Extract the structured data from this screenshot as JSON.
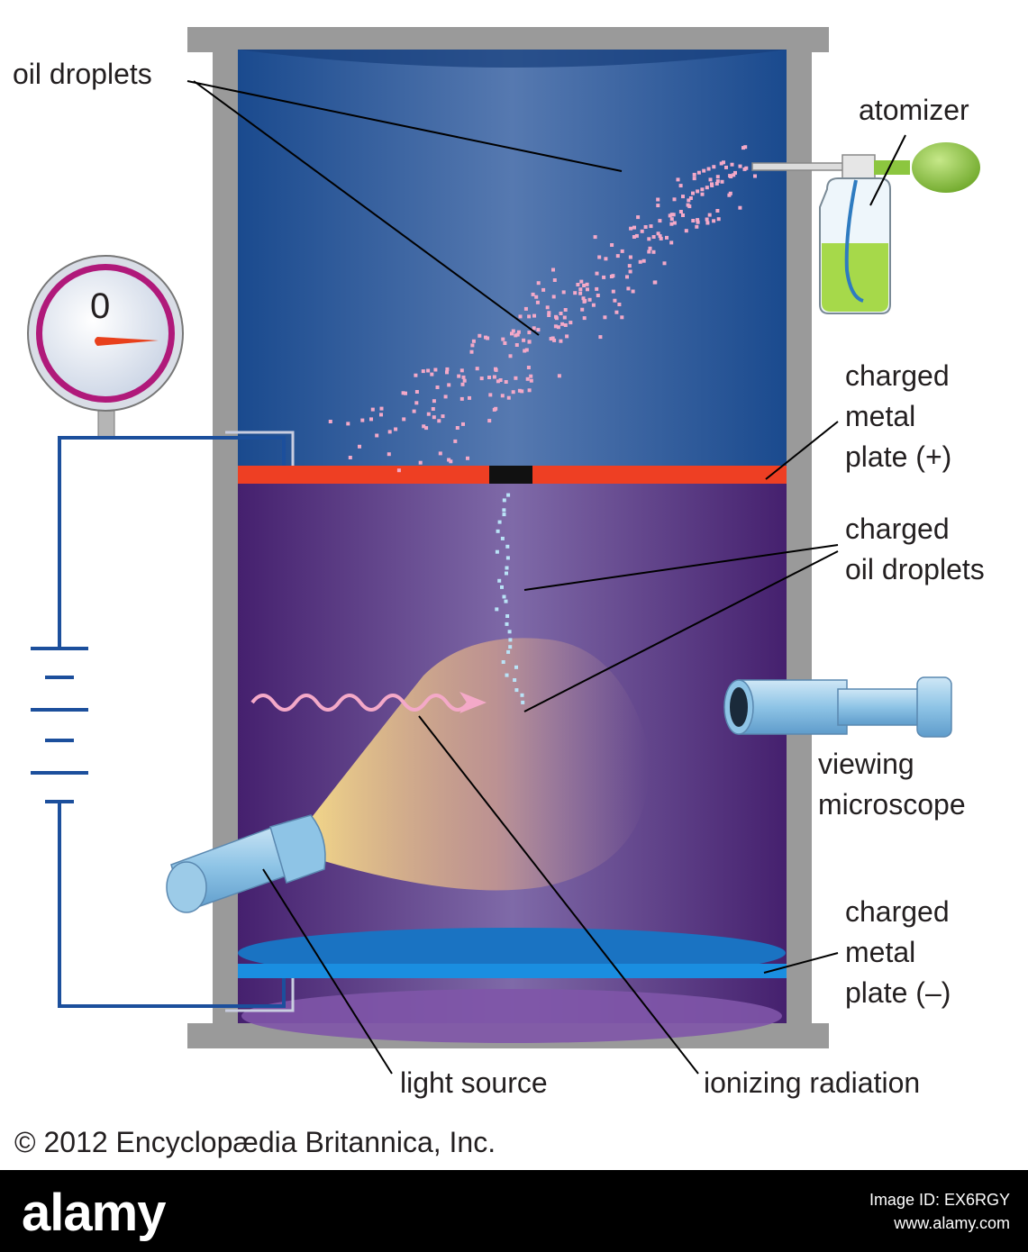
{
  "labels": {
    "oil_droplets": "oil droplets",
    "atomizer": "atomizer",
    "charged_metal_plate_pos": [
      "charged",
      "metal",
      "plate (+)"
    ],
    "charged_oil_droplets": [
      "charged",
      "oil droplets"
    ],
    "viewing_microscope": [
      "viewing",
      "microscope"
    ],
    "charged_metal_plate_neg": [
      "charged",
      "metal",
      "plate (–)"
    ],
    "light_source": "light source",
    "ionizing_radiation": "ionizing radiation"
  },
  "voltmeter": {
    "reading": "0"
  },
  "copyright": "© 2012 Encyclopædia Britannica, Inc.",
  "watermark": {
    "brand": "alamy",
    "image_id_line1": "Image ID: EX6RGY",
    "image_id_line2": "www.alamy.com"
  },
  "colors": {
    "upper_chamber": "#1f4f95",
    "lower_chamber": "#4e2a7a",
    "positive_plate": "#ee3f23",
    "negative_plate": "#1a73c2",
    "frame": "#9a9a9a",
    "circuit_wire": "#1c4f9c",
    "oil_droplet": "#f4a9c8",
    "charged_droplet": "#b9e3f7",
    "atomizer_liquid": "#a6d94a",
    "atomizer_bulb": "#8cc63f",
    "microscope": "#8ec4e6",
    "gauge_ring": "#b0197a",
    "gauge_needle": "#e8401c"
  }
}
